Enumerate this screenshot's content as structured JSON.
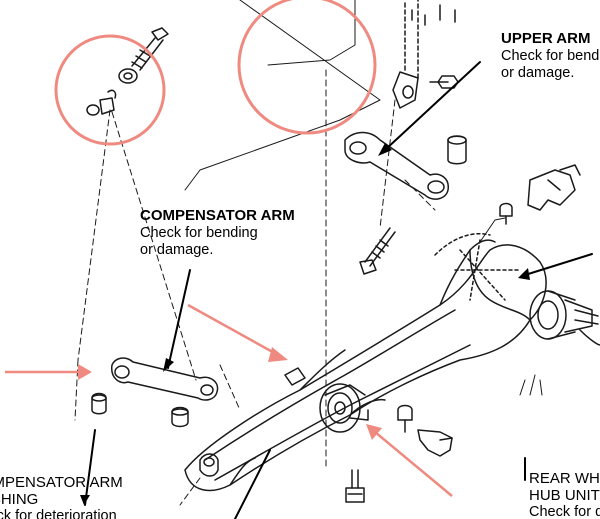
{
  "colors": {
    "line": "#1a1a1a",
    "highlight": "#ef8a80",
    "background": "#ffffff"
  },
  "labels": {
    "upper_arm": {
      "title": "UPPER ARM",
      "lines": [
        "Check for bending",
        "or damage."
      ]
    },
    "compensator_arm": {
      "title": "COMPENSATOR ARM",
      "lines": [
        "Check for bending",
        "or damage."
      ]
    },
    "compensator_arm_bushing": {
      "title_lines": [
        "COMPENSATOR ARM",
        "BUSHING"
      ],
      "line": "Check for deterioration"
    },
    "rear_wheel_hub_unit": {
      "title_lines": [
        "REAR WHEEL",
        "HUB UNIT"
      ],
      "line": "Check for damage"
    }
  }
}
